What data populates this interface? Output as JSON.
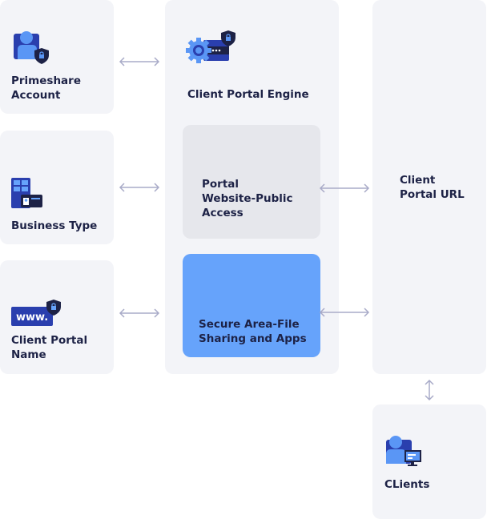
{
  "nodes": {
    "primeshare_account": {
      "label": "Primeshare\nAccount",
      "icon": "user-lock-icon"
    },
    "business_type": {
      "label": "Business Type",
      "icon": "building-id-card-icon"
    },
    "client_portal_name": {
      "label": "Client Portal\nName",
      "icon": "www-lock-icon",
      "icon_text": "www."
    },
    "client_portal_engine": {
      "label": "Client Portal Engine",
      "icon": "gear-server-lock-icon"
    },
    "portal_website": {
      "label": "Portal\nWebsite-Public\nAccess"
    },
    "secure_area": {
      "label": "Secure Area-File\nSharing and Apps"
    },
    "client_portal_url": {
      "label": "Client\nPortal URL"
    },
    "clients": {
      "label": "CLients",
      "icon": "user-monitor-icon"
    }
  },
  "connections": [
    {
      "from": "primeshare_account",
      "to": "client_portal_engine",
      "type": "bidirectional"
    },
    {
      "from": "business_type",
      "to": "client_portal_engine",
      "type": "bidirectional"
    },
    {
      "from": "client_portal_name",
      "to": "client_portal_engine",
      "type": "bidirectional"
    },
    {
      "from": "portal_website",
      "to": "client_portal_url",
      "type": "bidirectional"
    },
    {
      "from": "secure_area",
      "to": "client_portal_url",
      "type": "bidirectional"
    },
    {
      "from": "client_portal_url",
      "to": "clients",
      "type": "bidirectional"
    }
  ],
  "colors": {
    "box_bg": "#f3f4f8",
    "public_bg": "#e6e7ec",
    "secure_bg": "#66a3fb",
    "arrow": "#a9abc8",
    "dark_blue": "#2a3fae",
    "light_blue": "#5a96f5",
    "navy": "#1d2246"
  }
}
